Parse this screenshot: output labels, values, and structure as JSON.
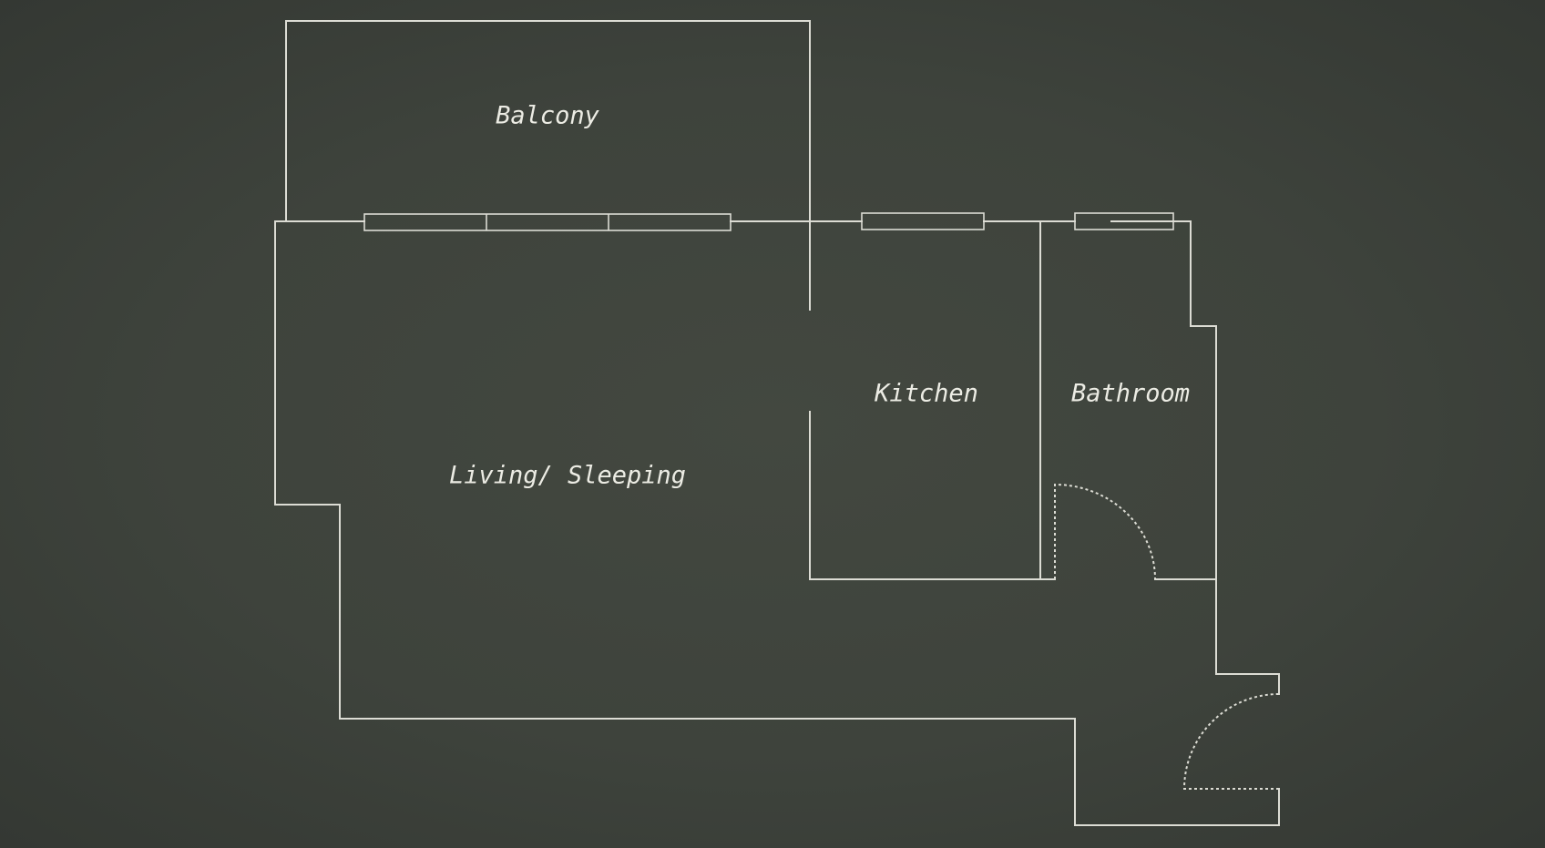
{
  "floor_plan": {
    "colors": {
      "background": "#3f443d",
      "line": "#dcdcd4",
      "text": "#ecece4"
    },
    "rooms": {
      "balcony": "Balcony",
      "living": "Living/ Sleeping",
      "kitchen": "Kitchen",
      "bathroom": "Bathroom"
    }
  }
}
